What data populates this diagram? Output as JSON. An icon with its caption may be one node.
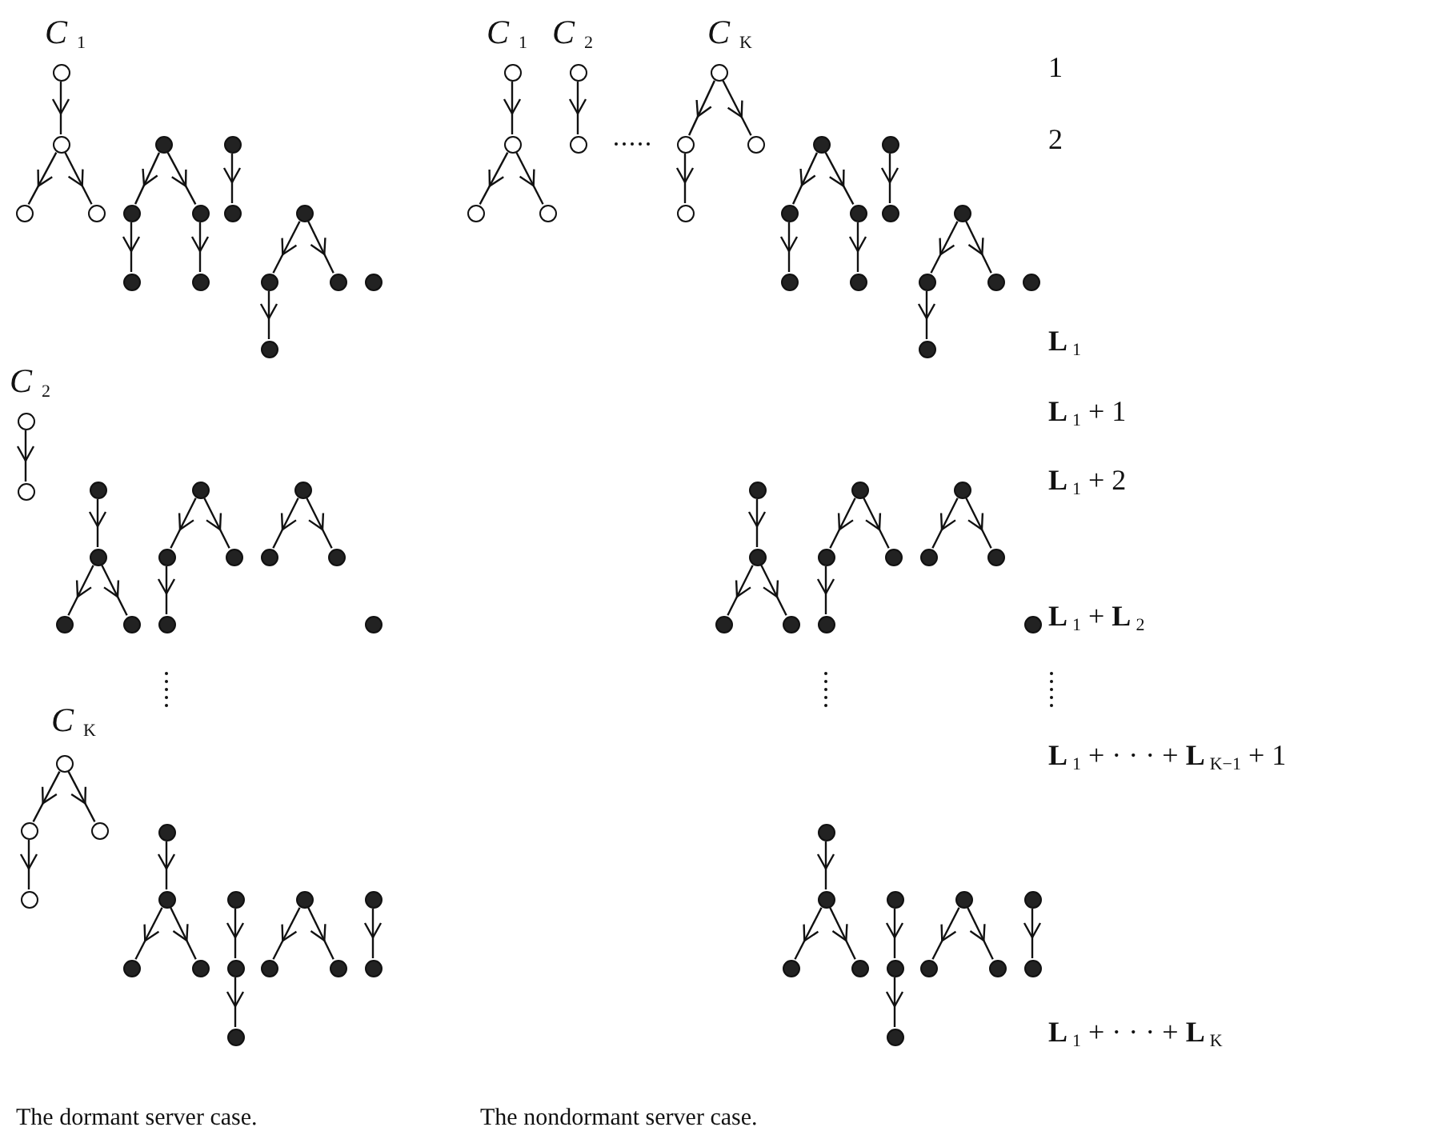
{
  "diagram": {
    "nodes": [
      {
        "text": [],
        "shape": "circle"
      },
      {
        "text": [],
        "shape": "circle"
      },
      {
        "text": [],
        "shape": "circle"
      },
      {
        "text": [],
        "shape": "circle"
      },
      {
        "text": [],
        "shape": "dot"
      },
      {
        "text": [],
        "shape": "dot"
      },
      {
        "text": [],
        "shape": "dot"
      },
      {
        "text": [],
        "shape": "dot"
      },
      {
        "text": [],
        "shape": "dot"
      },
      {
        "text": [],
        "shape": "dot"
      },
      {
        "text": [],
        "shape": "dot"
      },
      {
        "text": [],
        "shape": "dot"
      },
      {
        "text": [],
        "shape": "dot"
      },
      {
        "text": [],
        "shape": "dot"
      },
      {
        "text": [],
        "shape": "dot"
      },
      {
        "text": [],
        "shape": "dot"
      },
      {
        "text": [],
        "shape": "circle"
      },
      {
        "text": [],
        "shape": "circle"
      },
      {
        "text": [],
        "shape": "dot"
      },
      {
        "text": [],
        "shape": "dot"
      },
      {
        "text": [],
        "shape": "dot"
      },
      {
        "text": [],
        "shape": "dot"
      },
      {
        "text": [],
        "shape": "dot"
      },
      {
        "text": [],
        "shape": "dot"
      },
      {
        "text": [],
        "shape": "dot"
      },
      {
        "text": [],
        "shape": "dot"
      },
      {
        "text": [],
        "shape": "dot"
      },
      {
        "text": [],
        "shape": "dot"
      },
      {
        "text": [],
        "shape": "dot"
      },
      {
        "text": [],
        "shape": "dot"
      },
      {
        "text": [],
        "shape": "circle"
      },
      {
        "text": [],
        "shape": "circle"
      },
      {
        "text": [],
        "shape": "circle"
      },
      {
        "text": [],
        "shape": "circle"
      },
      {
        "text": [],
        "shape": "dot"
      },
      {
        "text": [],
        "shape": "dot"
      },
      {
        "text": [],
        "shape": "dot"
      },
      {
        "text": [],
        "shape": "dot"
      },
      {
        "text": [],
        "shape": "dot"
      },
      {
        "text": [],
        "shape": "dot"
      },
      {
        "text": [],
        "shape": "dot"
      },
      {
        "text": [],
        "shape": "dot"
      },
      {
        "text": [],
        "shape": "dot"
      },
      {
        "text": [],
        "shape": "dot"
      },
      {
        "text": [],
        "shape": "dot"
      },
      {
        "text": [],
        "shape": "dot"
      },
      {
        "text": [],
        "shape": "circle"
      },
      {
        "text": [],
        "shape": "circle"
      },
      {
        "text": [],
        "shape": "circle"
      },
      {
        "text": [],
        "shape": "circle"
      },
      {
        "text": [],
        "shape": "circle"
      },
      {
        "text": [],
        "shape": "circle"
      },
      {
        "text": [],
        "shape": "circle"
      },
      {
        "text": [],
        "shape": "circle"
      },
      {
        "text": [],
        "shape": "circle"
      },
      {
        "text": [],
        "shape": "circle"
      },
      {
        "text": [],
        "shape": "dot"
      },
      {
        "text": [],
        "shape": "dot"
      },
      {
        "text": [],
        "shape": "dot"
      },
      {
        "text": [],
        "shape": "dot"
      },
      {
        "text": [],
        "shape": "dot"
      },
      {
        "text": [],
        "shape": "dot"
      },
      {
        "text": [],
        "shape": "dot"
      },
      {
        "text": [],
        "shape": "dot"
      },
      {
        "text": [],
        "shape": "dot"
      },
      {
        "text": [],
        "shape": "dot"
      },
      {
        "text": [],
        "shape": "dot"
      },
      {
        "text": [],
        "shape": "dot"
      },
      {
        "text": [],
        "shape": "dot"
      },
      {
        "text": [],
        "shape": "dot"
      },
      {
        "text": [],
        "shape": "dot"
      },
      {
        "text": [],
        "shape": "dot"
      },
      {
        "text": [],
        "shape": "dot"
      },
      {
        "text": [],
        "shape": "dot"
      },
      {
        "text": [],
        "shape": "dot"
      },
      {
        "text": [],
        "shape": "dot"
      },
      {
        "text": [],
        "shape": "dot"
      },
      {
        "text": [],
        "shape": "dot"
      },
      {
        "text": [],
        "shape": "dot"
      },
      {
        "text": [],
        "shape": "dot"
      },
      {
        "text": [],
        "shape": "dot"
      },
      {
        "text": [],
        "shape": "dot"
      },
      {
        "text": [],
        "shape": "dot"
      },
      {
        "text": [],
        "shape": "dot"
      },
      {
        "text": [],
        "shape": "dot"
      },
      {
        "text": [],
        "shape": "dot"
      },
      {
        "text": [],
        "shape": "dot"
      },
      {
        "text": [],
        "shape": "dot"
      },
      {
        "text": [],
        "shape": "dot"
      },
      {
        "text": [],
        "shape": "dot"
      },
      {
        "text": [],
        "shape": "dot"
      },
      {
        "text": [],
        "shape": "dot"
      }
    ],
    "edges": [
      {
        "from": 0,
        "to": 1,
        "arrow": "to"
      },
      {
        "from": 1,
        "to": 2,
        "arrow": "to"
      },
      {
        "from": 1,
        "to": 3,
        "arrow": "to"
      },
      {
        "from": 4,
        "to": 5,
        "arrow": "to"
      },
      {
        "from": 4,
        "to": 6,
        "arrow": "to"
      },
      {
        "from": 5,
        "to": 7,
        "arrow": "to"
      },
      {
        "from": 6,
        "to": 8,
        "arrow": "to"
      },
      {
        "from": 9,
        "to": 10,
        "arrow": "to"
      },
      {
        "from": 11,
        "to": 12,
        "arrow": "to"
      },
      {
        "from": 11,
        "to": 13,
        "arrow": "to"
      },
      {
        "from": 12,
        "to": 14,
        "arrow": "to"
      },
      {
        "from": 16,
        "to": 17,
        "arrow": "to"
      },
      {
        "from": 18,
        "to": 19,
        "arrow": "to"
      },
      {
        "from": 19,
        "to": 20,
        "arrow": "to"
      },
      {
        "from": 19,
        "to": 21,
        "arrow": "to"
      },
      {
        "from": 22,
        "to": 23,
        "arrow": "to"
      },
      {
        "from": 22,
        "to": 24,
        "arrow": "to"
      },
      {
        "from": 23,
        "to": 25,
        "arrow": "to"
      },
      {
        "from": 26,
        "to": 27,
        "arrow": "to"
      },
      {
        "from": 26,
        "to": 28,
        "arrow": "to"
      },
      {
        "from": 30,
        "to": 31,
        "arrow": "to"
      },
      {
        "from": 30,
        "to": 32,
        "arrow": "to"
      },
      {
        "from": 31,
        "to": 33,
        "arrow": "to"
      },
      {
        "from": 34,
        "to": 35,
        "arrow": "to"
      },
      {
        "from": 35,
        "to": 36,
        "arrow": "to"
      },
      {
        "from": 35,
        "to": 37,
        "arrow": "to"
      },
      {
        "from": 38,
        "to": 39,
        "arrow": "to"
      },
      {
        "from": 39,
        "to": 40,
        "arrow": "to"
      },
      {
        "from": 41,
        "to": 42,
        "arrow": "to"
      },
      {
        "from": 41,
        "to": 43,
        "arrow": "to"
      },
      {
        "from": 44,
        "to": 45,
        "arrow": "to"
      },
      {
        "from": 46,
        "to": 47,
        "arrow": "to"
      },
      {
        "from": 47,
        "to": 48,
        "arrow": "to"
      },
      {
        "from": 47,
        "to": 49,
        "arrow": "to"
      },
      {
        "from": 50,
        "to": 51,
        "arrow": "to"
      },
      {
        "from": 52,
        "to": 53,
        "arrow": "to"
      },
      {
        "from": 52,
        "to": 54,
        "arrow": "to"
      },
      {
        "from": 53,
        "to": 55,
        "arrow": "to"
      },
      {
        "from": 56,
        "to": 57,
        "arrow": "to"
      },
      {
        "from": 56,
        "to": 58,
        "arrow": "to"
      },
      {
        "from": 57,
        "to": 59,
        "arrow": "to"
      },
      {
        "from": 58,
        "to": 60,
        "arrow": "to"
      },
      {
        "from": 61,
        "to": 62,
        "arrow": "to"
      },
      {
        "from": 63,
        "to": 64,
        "arrow": "to"
      },
      {
        "from": 63,
        "to": 65,
        "arrow": "to"
      },
      {
        "from": 64,
        "to": 66,
        "arrow": "to"
      },
      {
        "from": 68,
        "to": 69,
        "arrow": "to"
      },
      {
        "from": 69,
        "to": 70,
        "arrow": "to"
      },
      {
        "from": 69,
        "to": 71,
        "arrow": "to"
      },
      {
        "from": 72,
        "to": 73,
        "arrow": "to"
      },
      {
        "from": 72,
        "to": 74,
        "arrow": "to"
      },
      {
        "from": 73,
        "to": 75,
        "arrow": "to"
      },
      {
        "from": 76,
        "to": 77,
        "arrow": "to"
      },
      {
        "from": 76,
        "to": 78,
        "arrow": "to"
      },
      {
        "from": 80,
        "to": 81,
        "arrow": "to"
      },
      {
        "from": 81,
        "to": 82,
        "arrow": "to"
      },
      {
        "from": 81,
        "to": 83,
        "arrow": "to"
      },
      {
        "from": 84,
        "to": 85,
        "arrow": "to"
      },
      {
        "from": 85,
        "to": 86,
        "arrow": "to"
      },
      {
        "from": 87,
        "to": 88,
        "arrow": "to"
      },
      {
        "from": 87,
        "to": 89,
        "arrow": "to"
      },
      {
        "from": 90,
        "to": 91,
        "arrow": "to"
      }
    ],
    "labels": [
      "*C*$_{1}$",
      "*C*$_{1}$",
      "*C*$_{2}$",
      "*C*$_{K}$",
      "1",
      "2",
      "**L**$_{1}$",
      "*C*$_{2}$",
      "**L**$_{1}$ + 1",
      "**L**$_{1}$ + 2",
      "**L**$_{1}$ + **L**$_{2}$",
      "*C*$_{K}$",
      "**L**$_{1}$ + · · · + **L**$_{K−1}$ + 1",
      "**L**$_{1}$ + · · · + **L**$_{K}$",
      "The dormant server case.",
      "The nondormant server case."
    ]
  }
}
